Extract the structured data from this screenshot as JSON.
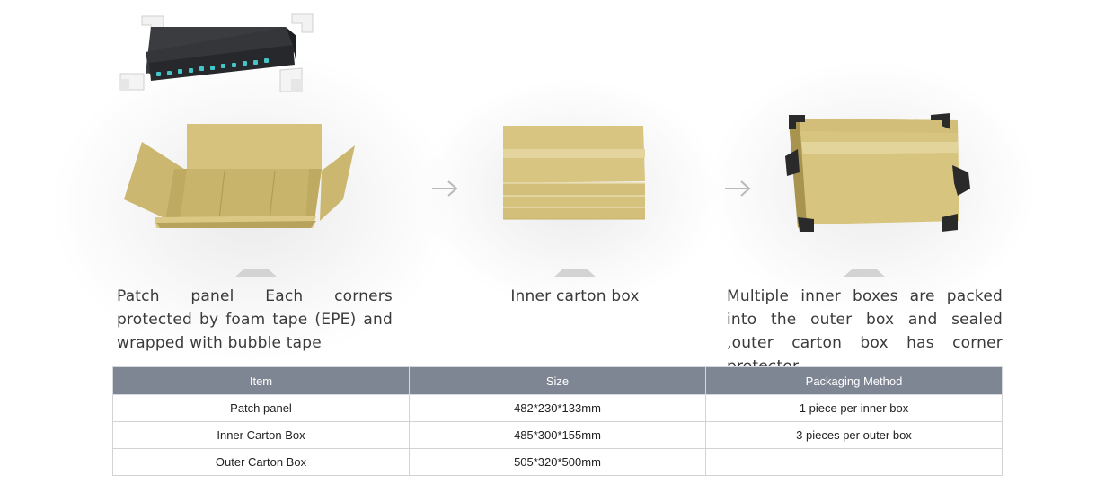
{
  "steps": [
    {
      "caption": "Patch panel Each corners protected by foam tape (EPE) and wrapped with bubble tape",
      "image": "patch-panel-and-open-carton"
    },
    {
      "caption": "Inner carton box",
      "image": "stacked-inner-carton-boxes"
    },
    {
      "caption": "Multiple inner boxes are packed into the outer box and sealed ,outer carton box has corner protector",
      "image": "outer-carton-with-corner-protectors"
    }
  ],
  "arrows": [
    "arrow-right-icon",
    "arrow-right-icon"
  ],
  "table": {
    "headers": [
      "Item",
      "Size",
      "Packaging Method"
    ],
    "rows": [
      [
        "Patch panel",
        "482*230*133mm",
        "1 piece per inner box"
      ],
      [
        "Inner Carton Box",
        "485*300*155mm",
        "3 pieces per outer box"
      ],
      [
        "Outer Carton Box",
        "505*320*500mm",
        ""
      ]
    ]
  },
  "colors": {
    "carton": "#d4c07a",
    "carton_dark": "#b9a45f",
    "table_header": "#7e8593",
    "panel": "#2e3033",
    "port": "#43c6c9"
  }
}
